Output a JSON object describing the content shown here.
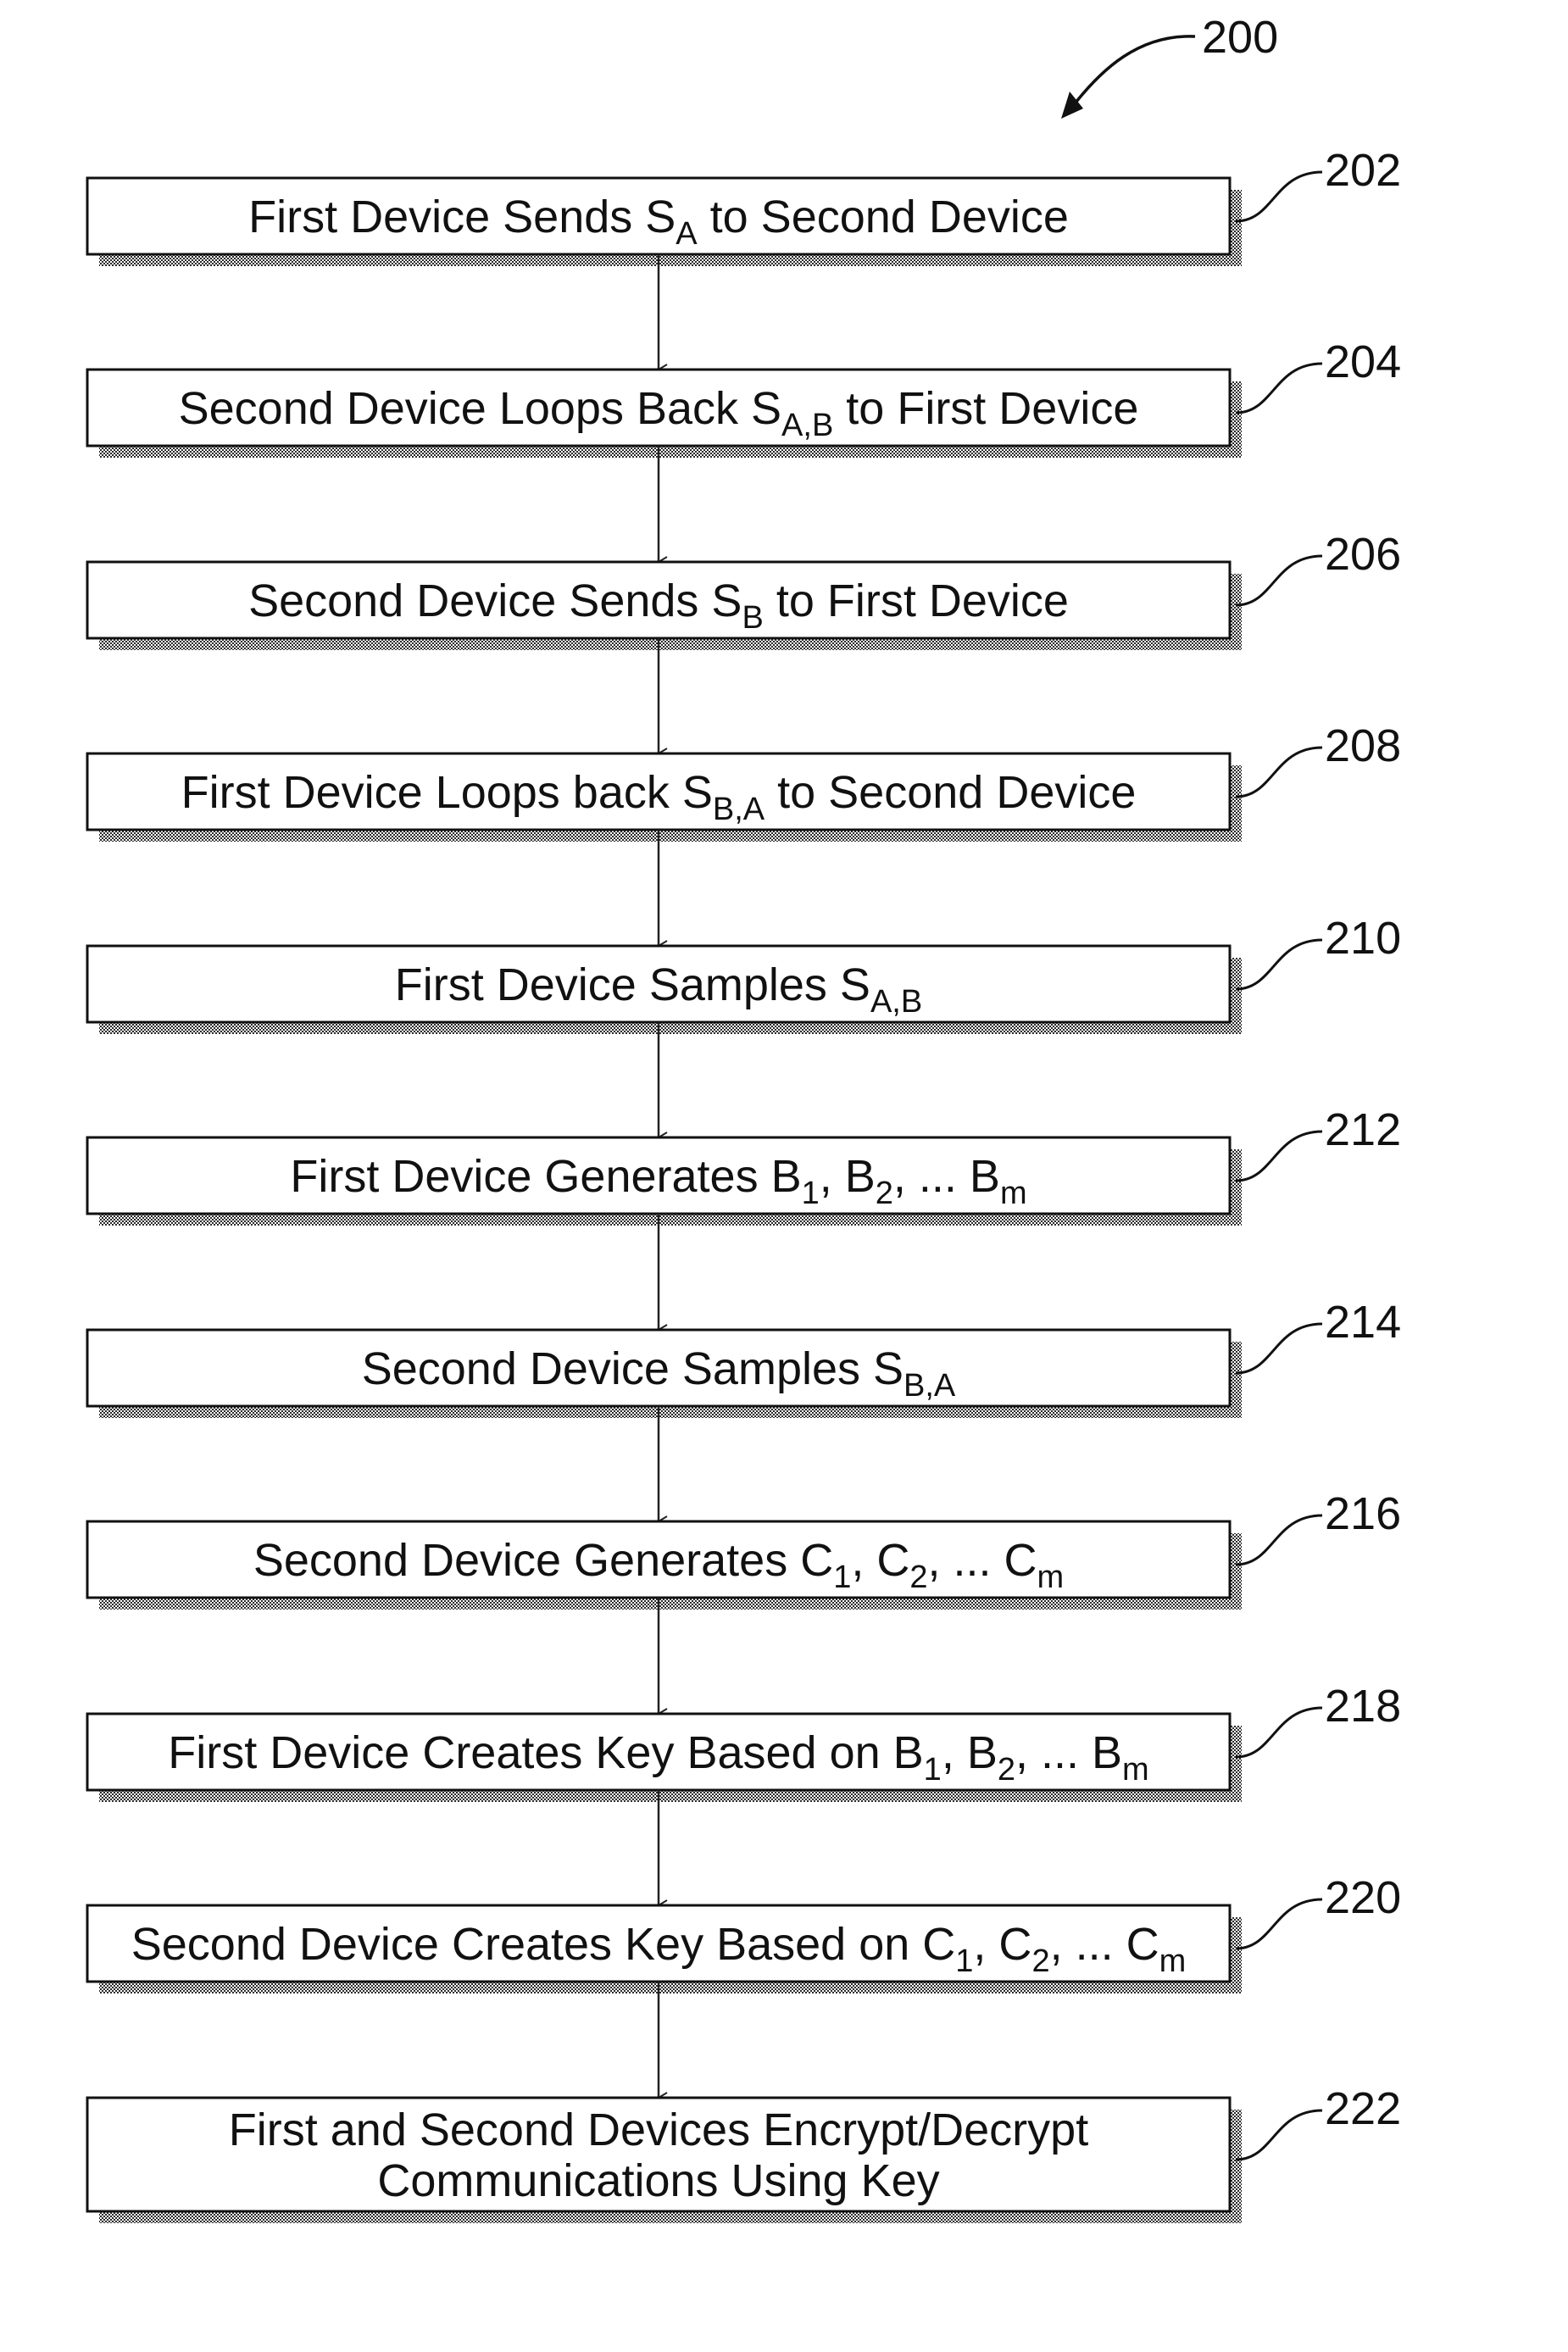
{
  "figure": {
    "ref": "200"
  },
  "steps": [
    {
      "ref": "202",
      "lines": [
        [
          {
            "t": "First Device Sends S"
          },
          {
            "t": "A",
            "sub": true
          },
          {
            "t": " to Second Device"
          }
        ]
      ]
    },
    {
      "ref": "204",
      "lines": [
        [
          {
            "t": "Second Device Loops Back S"
          },
          {
            "t": "A,B",
            "sub": true
          },
          {
            "t": " to First Device"
          }
        ]
      ]
    },
    {
      "ref": "206",
      "lines": [
        [
          {
            "t": "Second Device Sends S"
          },
          {
            "t": "B",
            "sub": true
          },
          {
            "t": " to First Device"
          }
        ]
      ]
    },
    {
      "ref": "208",
      "lines": [
        [
          {
            "t": "First Device Loops back S"
          },
          {
            "t": "B,A",
            "sub": true
          },
          {
            "t": " to Second Device"
          }
        ]
      ]
    },
    {
      "ref": "210",
      "lines": [
        [
          {
            "t": "First Device Samples S"
          },
          {
            "t": "A,B",
            "sub": true
          }
        ]
      ]
    },
    {
      "ref": "212",
      "lines": [
        [
          {
            "t": "First Device Generates B"
          },
          {
            "t": "1",
            "sub": true
          },
          {
            "t": ", B"
          },
          {
            "t": "2",
            "sub": true
          },
          {
            "t": ", ... B"
          },
          {
            "t": "m",
            "sub": true
          }
        ]
      ]
    },
    {
      "ref": "214",
      "lines": [
        [
          {
            "t": "Second Device Samples S"
          },
          {
            "t": "B,A",
            "sub": true
          }
        ]
      ]
    },
    {
      "ref": "216",
      "lines": [
        [
          {
            "t": "Second Device Generates C"
          },
          {
            "t": "1",
            "sub": true
          },
          {
            "t": ", C"
          },
          {
            "t": "2",
            "sub": true
          },
          {
            "t": ", ... C"
          },
          {
            "t": "m",
            "sub": true
          }
        ]
      ]
    },
    {
      "ref": "218",
      "lines": [
        [
          {
            "t": "First Device Creates Key Based on B"
          },
          {
            "t": "1",
            "sub": true
          },
          {
            "t": ", B"
          },
          {
            "t": "2",
            "sub": true
          },
          {
            "t": ", ... B"
          },
          {
            "t": "m",
            "sub": true
          }
        ]
      ]
    },
    {
      "ref": "220",
      "lines": [
        [
          {
            "t": "Second Device Creates Key Based on C"
          },
          {
            "t": "1",
            "sub": true
          },
          {
            "t": ", C"
          },
          {
            "t": "2",
            "sub": true
          },
          {
            "t": ", ... C"
          },
          {
            "t": "m",
            "sub": true
          }
        ]
      ]
    },
    {
      "ref": "222",
      "lines": [
        [
          {
            "t": "First and Second Devices Encrypt/Decrypt"
          }
        ],
        [
          {
            "t": "Communications Using Key"
          }
        ]
      ]
    }
  ]
}
